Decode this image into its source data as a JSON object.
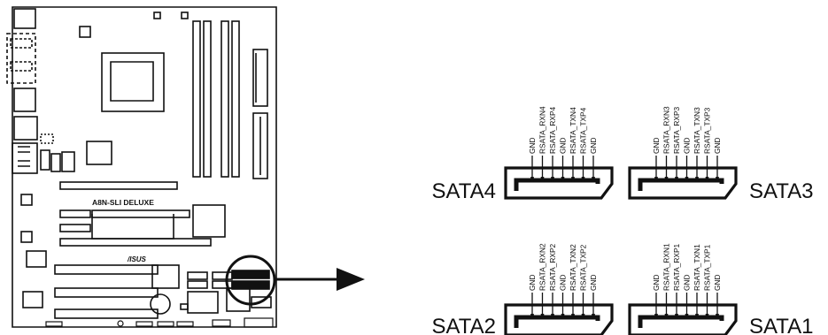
{
  "board": {
    "model_label": "A8N-SLI DELUXE",
    "brand_label": "/ISUS"
  },
  "connectors": [
    {
      "name": "SATA4",
      "pins": [
        "GND",
        "RSATA_RXN4",
        "RSATA_RXP4",
        "GND",
        "RSATA_TXN4",
        "RSATA_TXP4",
        "GND"
      ]
    },
    {
      "name": "SATA3",
      "pins": [
        "GND",
        "RSATA_RXN3",
        "RSATA_RXP3",
        "GND",
        "RSATA_TXN3",
        "RSATA_TXP3",
        "GND"
      ]
    },
    {
      "name": "SATA2",
      "pins": [
        "GND",
        "RSATA_RXN2",
        "RSATA_RXP2",
        "GND",
        "RSATA_TXN2",
        "RSATA_TXP2",
        "GND"
      ]
    },
    {
      "name": "SATA1",
      "pins": [
        "GND",
        "RSATA_RXN1",
        "RSATA_RXP1",
        "GND",
        "RSATA_TXN1",
        "RSATA_TXP1",
        "GND"
      ]
    }
  ],
  "colors": {
    "ink": "#111111",
    "background": "#ffffff"
  }
}
